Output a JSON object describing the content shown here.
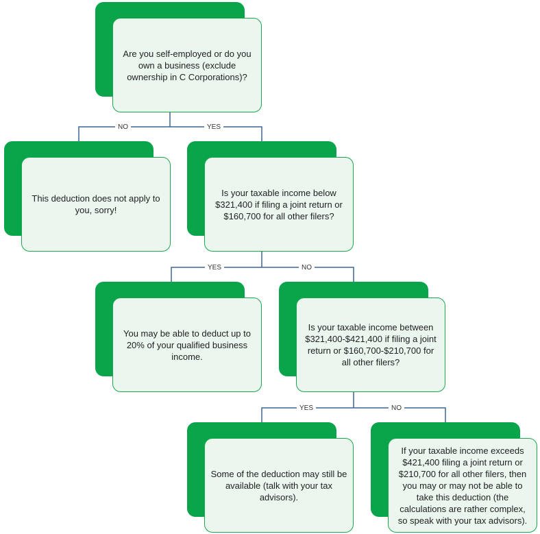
{
  "colors": {
    "back_fill": "#0aa54a",
    "front_fill": "#eaf6ee",
    "front_border": "#1aa84f",
    "connector": "#3a6795"
  },
  "nodes": {
    "q1": "Are you self-employed or do you own a business (exclude ownership in C Corporations)?",
    "no_apply": "This deduction does not apply to you, sorry!",
    "q2": "Is your taxable income below $321,400 if filing a joint return or $160,700 for all other filers?",
    "deduct20": "You may be able to deduct up to 20% of your qualified business income.",
    "q3": "Is your taxable income between $321,400-$421,400 if filing a joint return or $160,700-$210,700 for all other filers?",
    "some_avail": "Some of the deduction may still be available (talk with your tax advisors).",
    "exceeds": "If your taxable income exceeds $421,400  filing a joint return or $210,700 for all other filers, then you may or may not be able to take this deduction (the calculations are rather complex, so speak with your tax advisors)."
  },
  "edges": {
    "q1_no": "NO",
    "q1_yes": "YES",
    "q2_yes": "YES",
    "q2_no": "NO",
    "q3_yes": "YES",
    "q3_no": "NO"
  }
}
